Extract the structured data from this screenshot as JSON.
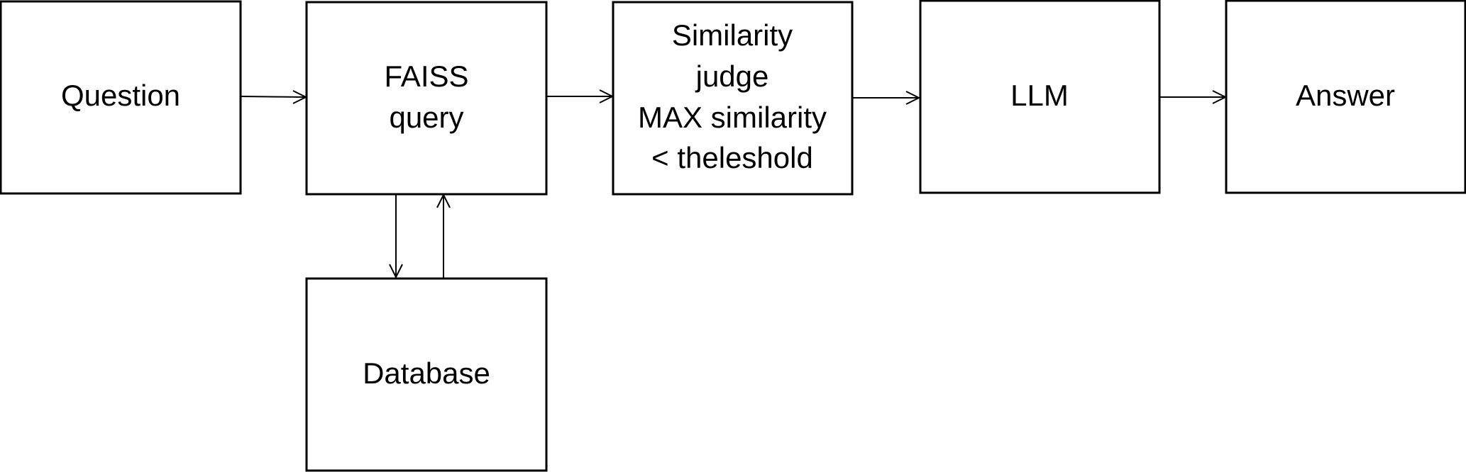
{
  "diagram": {
    "nodes": {
      "question": {
        "label": "Question"
      },
      "faiss": {
        "line1": "FAISS",
        "line2": "query"
      },
      "similarity": {
        "line1": "Similarity",
        "line2": "judge",
        "line3": "MAX similarity",
        "line4": "< theleshold"
      },
      "llm": {
        "label": "LLM"
      },
      "answer": {
        "label": "Answer"
      },
      "database": {
        "label": "Database"
      }
    },
    "edges": [
      {
        "from": "question",
        "to": "faiss"
      },
      {
        "from": "faiss",
        "to": "similarity"
      },
      {
        "from": "similarity",
        "to": "llm"
      },
      {
        "from": "llm",
        "to": "answer"
      },
      {
        "from": "faiss",
        "to": "database"
      },
      {
        "from": "database",
        "to": "faiss"
      }
    ]
  }
}
